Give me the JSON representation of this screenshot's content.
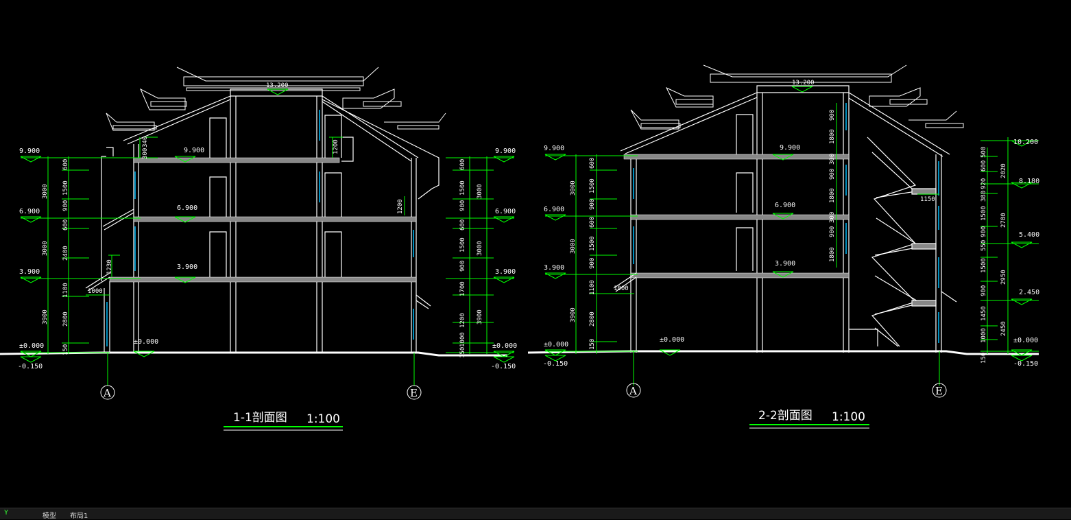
{
  "section1": {
    "title": "1-1剖面图",
    "scale": "1:100",
    "ridge_level": "13.200",
    "levels_left": [
      "9.900",
      "6.900",
      "3.900",
      "±0.000",
      "-0.150"
    ],
    "levels_right": [
      "9.900",
      "6.900",
      "3.900",
      "±0.000",
      "-0.150"
    ],
    "floor_levels": [
      "9.900",
      "6.900",
      "3.900",
      "±0.000"
    ],
    "dims_left_outer": [
      "3000",
      "3000",
      "3900",
      "150"
    ],
    "dims_left_inner": [
      "600",
      "1500",
      "900",
      "600",
      "2400",
      "1100",
      "2800",
      "150"
    ],
    "dims_right_outer": [
      "3000",
      "3000",
      "3900"
    ],
    "dims_right_inner": [
      "600",
      "1500",
      "900",
      "600",
      "1500",
      "900",
      "1700",
      "1200",
      "1000",
      "150"
    ],
    "interior_dims": [
      "1200",
      "1200",
      "1230",
      "1000",
      "300",
      "340"
    ],
    "axis_left": "A",
    "axis_right": "E"
  },
  "section2": {
    "title": "2-2剖面图",
    "scale": "1:100",
    "ridge_level": "13.200",
    "levels_left": [
      "9.900",
      "6.900",
      "3.900",
      "±0.000",
      "-0.150"
    ],
    "levels_right": [
      "10.200",
      "8.180",
      "5.400",
      "2.450",
      "±0.000",
      "-0.150"
    ],
    "floor_levels": [
      "9.900",
      "6.900",
      "3.900",
      "±0.000"
    ],
    "dims_left_outer": [
      "3000",
      "3000",
      "3900",
      "150"
    ],
    "dims_left_inner": [
      "600",
      "1500",
      "900",
      "600",
      "1500",
      "900",
      "1100",
      "2800",
      "150"
    ],
    "dims_right_outer": [
      "2020",
      "2780",
      "2950",
      "2450"
    ],
    "dims_right_inner": [
      "500",
      "600",
      "920",
      "380",
      "1500",
      "900",
      "550",
      "1500",
      "900",
      "1450",
      "1000",
      "150"
    ],
    "interior_dims": [
      "900",
      "1800",
      "300",
      "900",
      "1800",
      "300",
      "900",
      "1800",
      "1150",
      "1000"
    ],
    "axis_left": "A",
    "axis_right": "E"
  },
  "statusbar": {
    "ucs_label": "Y",
    "tabs": [
      "模型",
      "布局1"
    ]
  },
  "colors": {
    "background": "#000000",
    "lines": "#ffffff",
    "dimension": "#00ff00",
    "glazing": "#00bfff",
    "title_underline": "#00ff00"
  }
}
